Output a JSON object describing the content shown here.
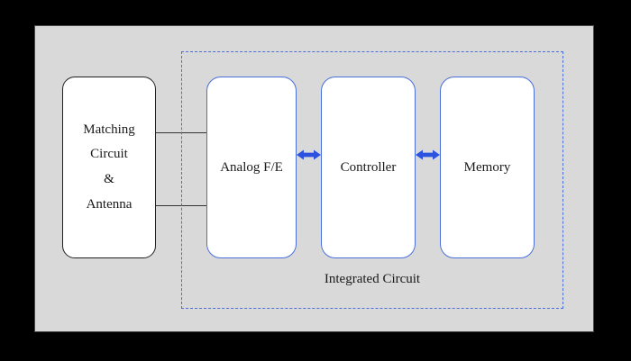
{
  "diagram": {
    "title": "Integrated Circuit",
    "matching_box": {
      "lines": [
        "Matching",
        "Circuit",
        "&",
        "Antenna"
      ]
    },
    "blocks": [
      {
        "label": "Analog F/E"
      },
      {
        "label": "Controller"
      },
      {
        "label": "Memory"
      }
    ],
    "colors": {
      "outer_background": "#000000",
      "panel_background": "#d9d9d9",
      "block_border_blue": "#4a6fdc",
      "dashed_border_blue": "#4a6fdc",
      "arrow_blue": "#2b53e0",
      "matching_border": "#222222",
      "text": "#1a1a1a"
    },
    "arrow_icon_name": "bidirectional-arrow-icon"
  }
}
